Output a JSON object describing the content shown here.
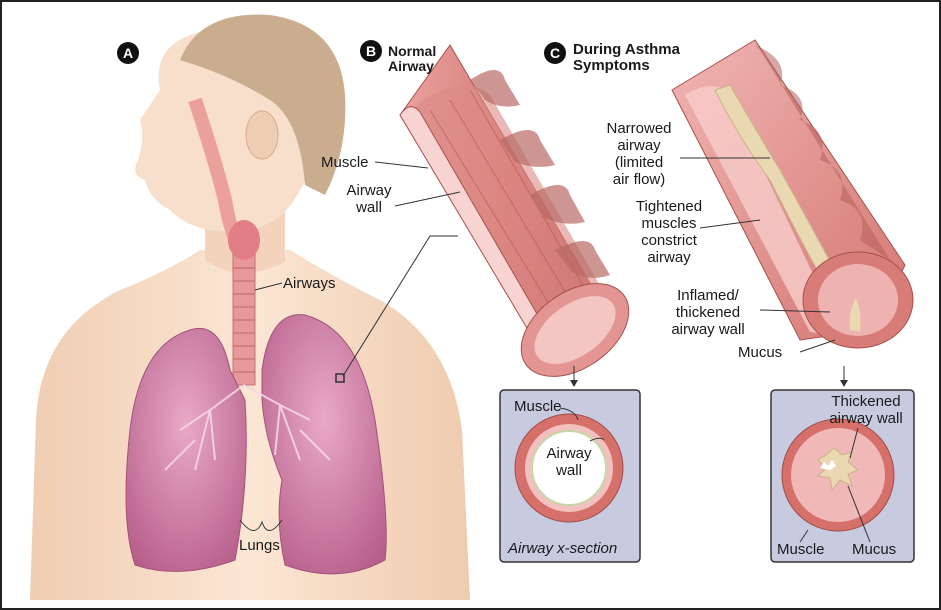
{
  "panels": {
    "a": {
      "badge": "A",
      "airways": "Airways",
      "lungs": "Lungs"
    },
    "b": {
      "badge": "B",
      "title_line1": "Normal",
      "title_line2": "Airway",
      "muscle": "Muscle",
      "airway_wall_line1": "Airway",
      "airway_wall_line2": "wall",
      "xsection": {
        "muscle": "Muscle",
        "airway_wall_line1": "Airway",
        "airway_wall_line2": "wall",
        "caption": "Airway x-section"
      }
    },
    "c": {
      "badge": "C",
      "title_line1": "During Asthma",
      "title_line2": "Symptoms",
      "narrowed": [
        "Narrowed",
        "airway",
        "(limited",
        "air flow)"
      ],
      "tightened": [
        "Tightened",
        "muscles",
        "constrict",
        "airway"
      ],
      "inflamed": [
        "Inflamed/",
        "thickened",
        "airway wall"
      ],
      "mucus": "Mucus",
      "xsection": {
        "thickened_line1": "Thickened",
        "thickened_line2": "airway wall",
        "muscle": "Muscle",
        "mucus": "Mucus"
      }
    }
  },
  "colors": {
    "skin": "#f6dcc6",
    "hair": "#c9ad8e",
    "lung": "#c97aa0",
    "muscle": "#cf6f6a",
    "wall": "#f3c4c4",
    "mucus": "#ead8b2",
    "panel_bg": "#c8cbe0"
  }
}
